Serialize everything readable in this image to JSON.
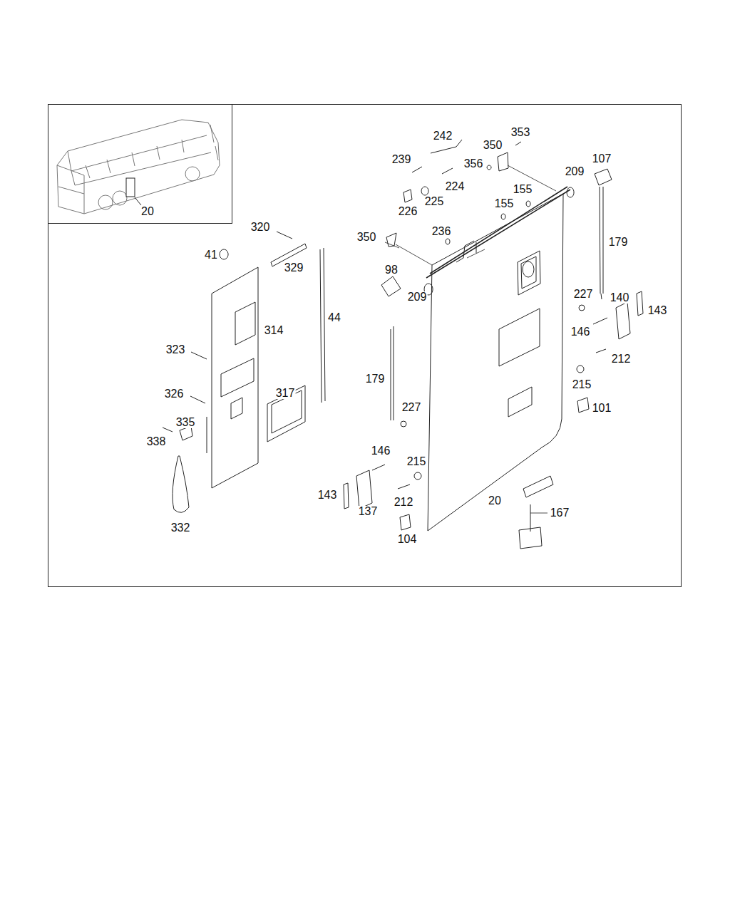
{
  "diagram": {
    "labels": [
      "242",
      "350",
      "353",
      "107",
      "239",
      "356",
      "224",
      "209",
      "225",
      "226",
      "155",
      "155",
      "320",
      "236",
      "350",
      "179",
      "41",
      "329",
      "98",
      "209",
      "227",
      "140",
      "143",
      "44",
      "314",
      "146",
      "323",
      "212",
      "179",
      "215",
      "326",
      "317",
      "227",
      "101",
      "335",
      "338",
      "146",
      "215",
      "143",
      "212",
      "20",
      "137",
      "167",
      "332",
      "104",
      "20"
    ]
  }
}
